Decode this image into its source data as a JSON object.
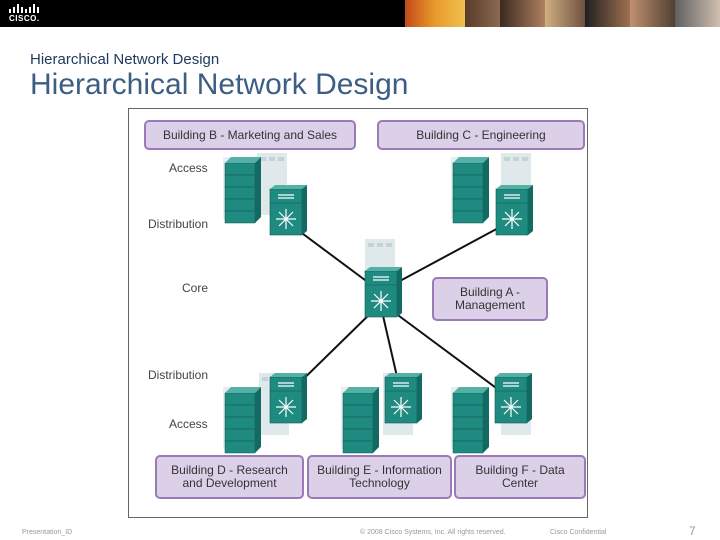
{
  "header": {
    "logo_text": "CISCO.",
    "subtitle": "Hierarchical Network Design",
    "title": "Hierarchical Network Design"
  },
  "diagram": {
    "buildings": {
      "b": "Building B - Marketing and Sales",
      "c": "Building C - Engineering",
      "a": "Building A - Management",
      "d": "Building D - Research and Development",
      "e": "Building E - Information Technology",
      "f": "Building F - Data Center"
    },
    "levels": {
      "access_top": "Access",
      "distribution_top": "Distribution",
      "core": "Core",
      "distribution_bottom": "Distribution",
      "access_bottom": "Access"
    },
    "colors": {
      "switch": "#1e8a80",
      "building_fill": "#dcd0e8",
      "building_border": "#9a7ab7"
    }
  },
  "footer": {
    "presentation_id": "Presentation_ID",
    "copyright": "© 2008 Cisco Systems, Inc. All rights reserved.",
    "confidential": "Cisco Confidential",
    "page": "7"
  }
}
